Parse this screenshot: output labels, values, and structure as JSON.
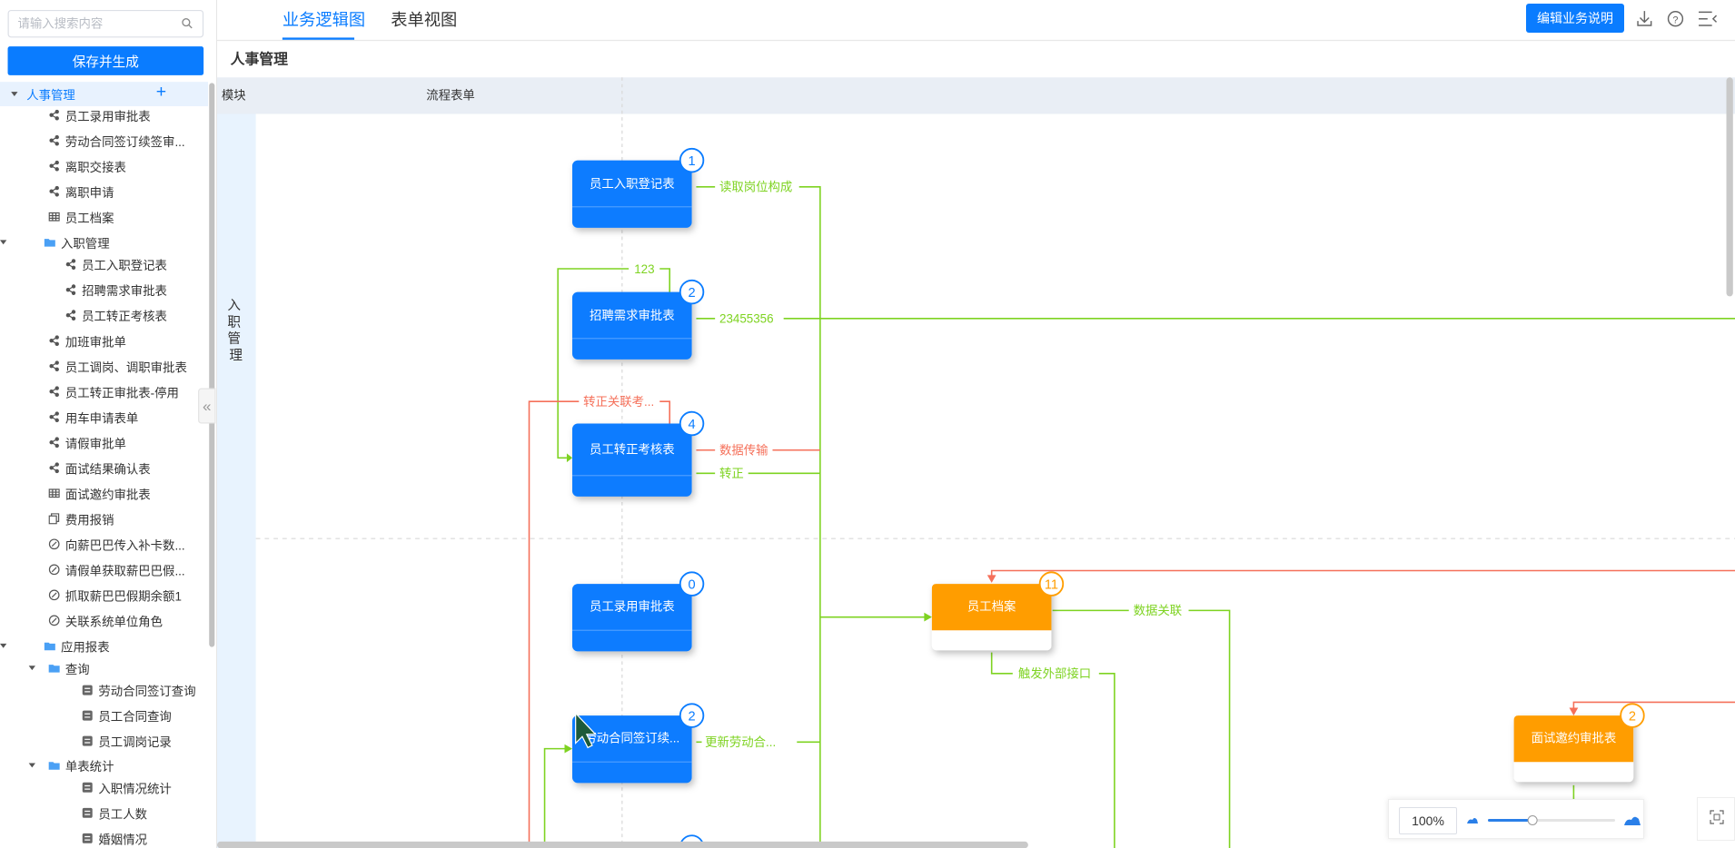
{
  "sidebar": {
    "search_placeholder": "请输入搜索内容",
    "save_label": "保存并生成",
    "items": [
      {
        "label": "人事管理",
        "icon": "",
        "level": 0,
        "caret": true,
        "selected": true
      },
      {
        "label": "员工录用审批表",
        "icon": "share-icon",
        "level": 2
      },
      {
        "label": "劳动合同签订续签审...",
        "icon": "share-icon",
        "level": 2
      },
      {
        "label": "离职交接表",
        "icon": "share-icon",
        "level": 2
      },
      {
        "label": "离职申请",
        "icon": "share-icon",
        "level": 2
      },
      {
        "label": "员工档案",
        "icon": "table-icon",
        "level": 2
      },
      {
        "label": "入职管理",
        "icon": "folder-icon",
        "level": 1,
        "caret": true
      },
      {
        "label": "员工入职登记表",
        "icon": "share-icon",
        "level": 3
      },
      {
        "label": "招聘需求审批表",
        "icon": "share-icon",
        "level": 3
      },
      {
        "label": "员工转正考核表",
        "icon": "share-icon",
        "level": 3
      },
      {
        "label": "加班审批单",
        "icon": "share-icon",
        "level": 2
      },
      {
        "label": "员工调岗、调职审批表",
        "icon": "share-icon",
        "level": 2
      },
      {
        "label": "员工转正审批表-停用",
        "icon": "share-icon",
        "level": 2
      },
      {
        "label": "用车申请表单",
        "icon": "share-icon",
        "level": 2
      },
      {
        "label": "请假审批单",
        "icon": "share-icon",
        "level": 2
      },
      {
        "label": "面试结果确认表",
        "icon": "share-icon",
        "level": 2
      },
      {
        "label": "面试邀约审批表",
        "icon": "table-icon",
        "level": 2
      },
      {
        "label": "费用报销",
        "icon": "copy-icon",
        "level": 2
      },
      {
        "label": "向薪巴巴传入补卡数...",
        "icon": "link-icon",
        "level": 2
      },
      {
        "label": "请假单获取薪巴巴假...",
        "icon": "link-icon",
        "level": 2
      },
      {
        "label": "抓取薪巴巴假期余额1",
        "icon": "link-icon",
        "level": 2
      },
      {
        "label": "关联系统单位角色",
        "icon": "link-icon",
        "level": 2
      },
      {
        "label": "应用报表",
        "icon": "folder-icon",
        "level": 1,
        "caret": true
      },
      {
        "label": "查询",
        "icon": "folder-icon",
        "level": 2,
        "caret": true
      },
      {
        "label": "劳动合同签订查询",
        "icon": "report-icon",
        "level": 4
      },
      {
        "label": "员工合同查询",
        "icon": "report-icon",
        "level": 4
      },
      {
        "label": "员工调岗记录",
        "icon": "report-icon",
        "level": 4
      },
      {
        "label": "单表统计",
        "icon": "folder-icon",
        "level": 2,
        "caret": true
      },
      {
        "label": "入职情况统计",
        "icon": "report-icon",
        "level": 4
      },
      {
        "label": "员工人数",
        "icon": "report-icon",
        "level": 4
      },
      {
        "label": "婚姻情况",
        "icon": "report-icon",
        "level": 4
      }
    ]
  },
  "header": {
    "tabs": [
      "业务逻辑图",
      "表单视图"
    ],
    "active_tab": 0,
    "edit_button": "编辑业务说明"
  },
  "diagram": {
    "title": "人事管理",
    "col_module": "模块",
    "col_flow": "流程表单",
    "lane_label": "入职管理",
    "nodes": [
      {
        "id": "n1",
        "label": "员工入职登记表",
        "badge": "1",
        "color": "blue"
      },
      {
        "id": "n2",
        "label": "招聘需求审批表",
        "badge": "2",
        "color": "blue"
      },
      {
        "id": "n3",
        "label": "员工转正考核表",
        "badge": "4",
        "color": "blue"
      },
      {
        "id": "n4",
        "label": "员工录用审批表",
        "badge": "0",
        "color": "blue"
      },
      {
        "id": "n5",
        "label": "劳动合同签订续...",
        "badge": "2",
        "color": "blue"
      },
      {
        "id": "n6",
        "label": "员工档案",
        "badge": "11",
        "color": "orange"
      },
      {
        "id": "n7",
        "label": "面试邀约审批表",
        "badge": "2",
        "color": "orange"
      }
    ],
    "edge_labels": {
      "e1": "读取岗位构成",
      "e2": "123",
      "e3": "23455356",
      "e4": "转正关联考...",
      "e5": "数据传输",
      "e6": "转正",
      "e7": "数据关联",
      "e8": "触发外部接口",
      "e9": "更新劳动合..."
    },
    "colors": {
      "blue": "#0a7cff",
      "orange": "#ff9d00",
      "green": "#7ed321",
      "red": "#f5705a"
    }
  },
  "zoom": {
    "label": "100%",
    "level_percent": 100
  }
}
